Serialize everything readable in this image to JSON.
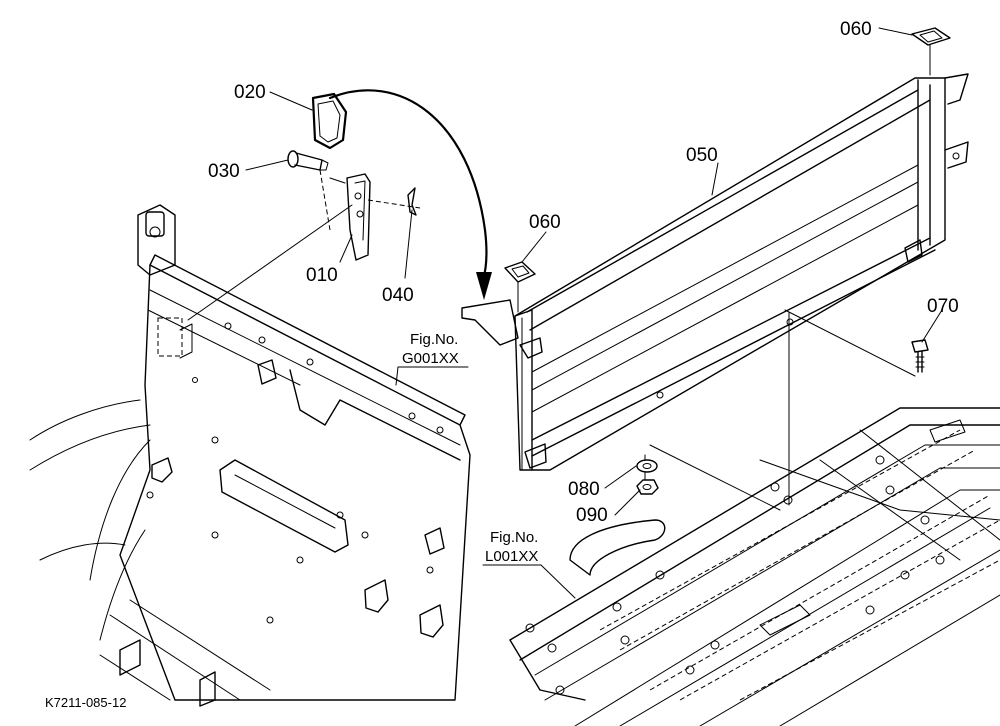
{
  "callouts": {
    "p010": "010",
    "p020": "020",
    "p030": "030",
    "p040": "040",
    "p050": "050",
    "p060a": "060",
    "p060b": "060",
    "p070": "070",
    "p080": "080",
    "p090": "090"
  },
  "fig_refs": {
    "g_title": "Fig.No.",
    "g_code": "G001XX",
    "l_title": "Fig.No.",
    "l_code": "L001XX"
  },
  "diagram_code": "K7211-085-12"
}
